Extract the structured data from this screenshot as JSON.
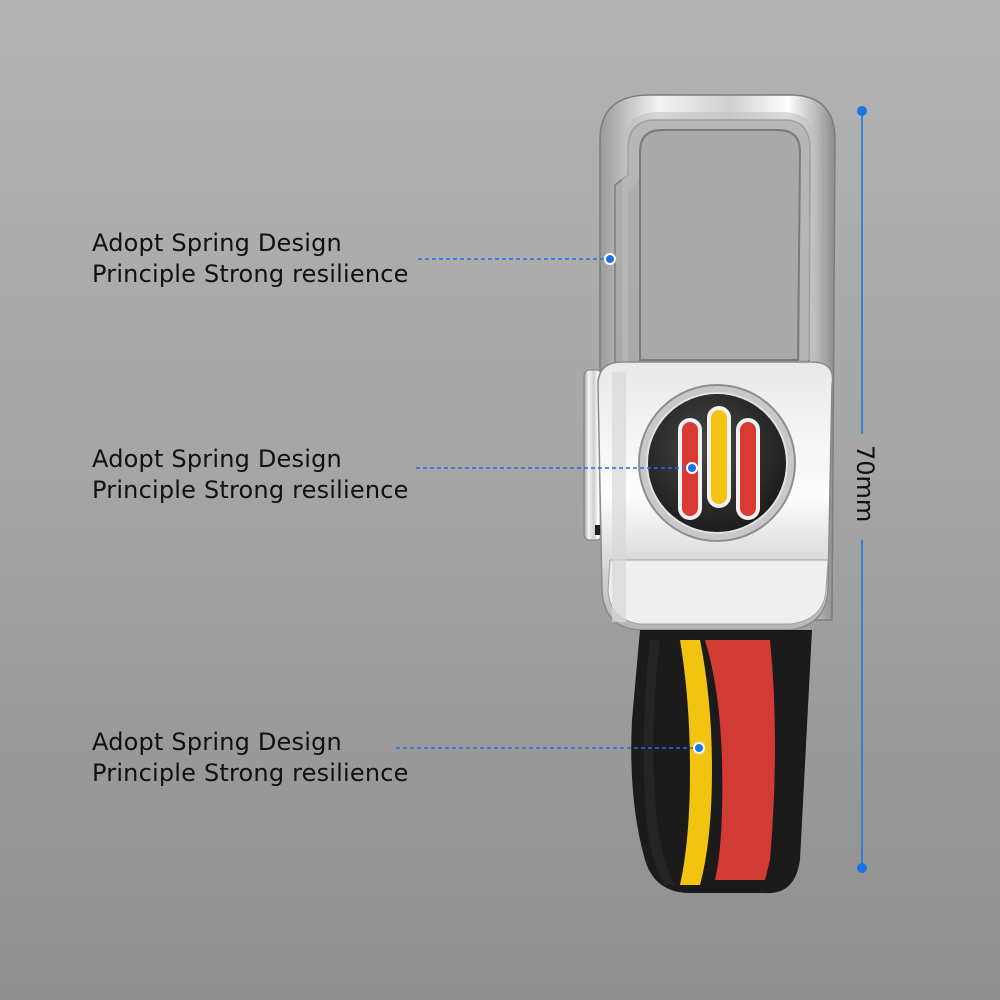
{
  "callouts": [
    {
      "line1": "Adopt Spring Design",
      "line2": "Principle Strong resilience"
    },
    {
      "line1": "Adopt Spring Design",
      "line2": "Principle Strong resilience"
    },
    {
      "line1": "Adopt Spring Design",
      "line2": "Principle Strong resilience"
    }
  ],
  "dimension": {
    "label": "70mm"
  },
  "colors": {
    "accent_blue": "#1a73e8",
    "strap_black": "#1b1b1b",
    "strap_yellow": "#f2c411",
    "strap_red": "#d23a34"
  }
}
